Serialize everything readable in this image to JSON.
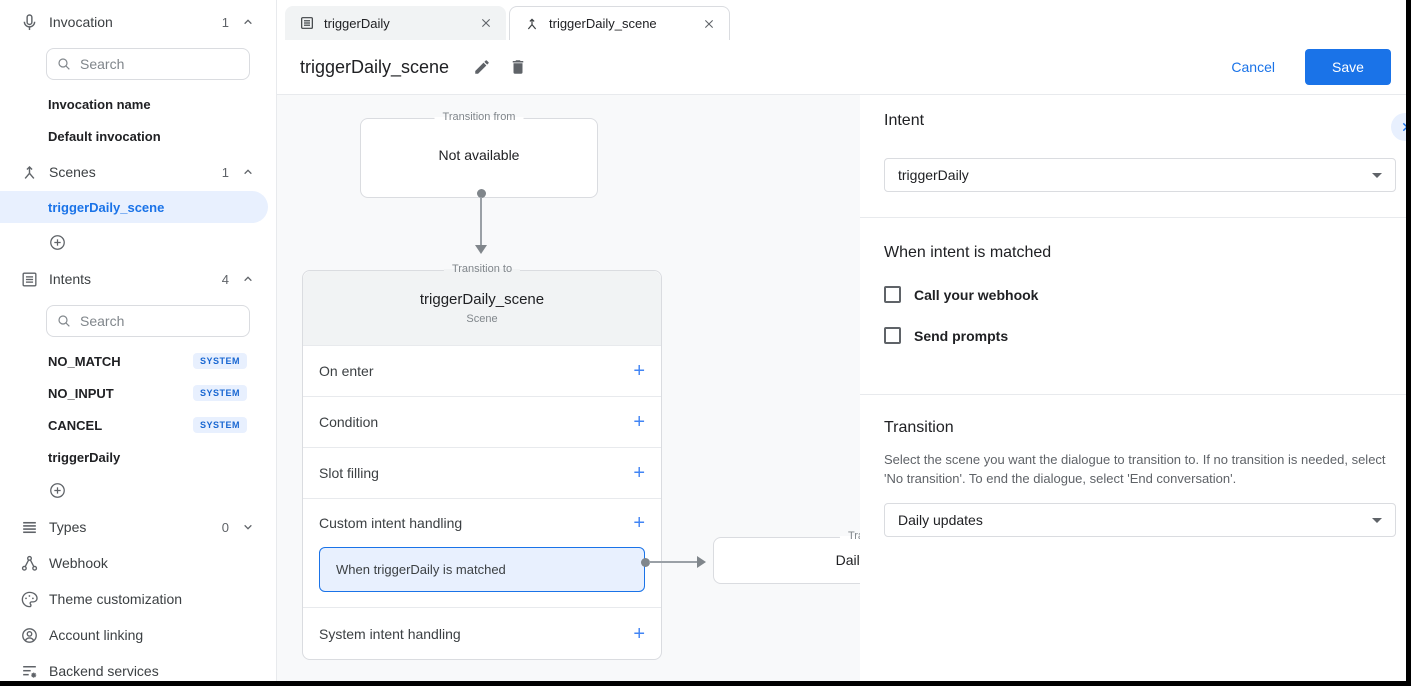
{
  "app": {
    "accent_color": "#1a73e8",
    "selection_bg": "#e8f0fe",
    "canvas_bg": "#f8f9fa"
  },
  "icons": {
    "add": "+"
  },
  "sidebar": {
    "sections": {
      "invocation": {
        "label": "Invocation",
        "count": "1",
        "state": "expanded"
      },
      "scenes": {
        "label": "Scenes",
        "count": "1",
        "state": "expanded"
      },
      "intents": {
        "label": "Intents",
        "count": "4",
        "state": "expanded"
      },
      "types": {
        "label": "Types",
        "count": "0",
        "state": "collapsed"
      },
      "webhook": {
        "label": "Webhook"
      },
      "theme": {
        "label": "Theme customization"
      },
      "account": {
        "label": "Account linking"
      },
      "backend": {
        "label": "Backend services"
      }
    },
    "invocation_search_placeholder": "Search",
    "invocation_items": [
      {
        "label": "Invocation name"
      },
      {
        "label": "Default invocation"
      }
    ],
    "scenes_items": [
      {
        "label": "triggerDaily_scene",
        "selected": true
      }
    ],
    "intents_search_placeholder": "Search",
    "intents_items": [
      {
        "label": "NO_MATCH",
        "badge": "SYSTEM"
      },
      {
        "label": "NO_INPUT",
        "badge": "SYSTEM"
      },
      {
        "label": "CANCEL",
        "badge": "SYSTEM"
      },
      {
        "label": "triggerDaily",
        "badge": ""
      }
    ]
  },
  "tabs": [
    {
      "label": "triggerDaily",
      "active": false
    },
    {
      "label": "triggerDaily_scene",
      "active": true
    }
  ],
  "header": {
    "title": "triggerDaily_scene",
    "cancel_label": "Cancel",
    "save_label": "Save"
  },
  "canvas": {
    "transition_from": {
      "legend": "Transition from",
      "content": "Not available"
    },
    "scene_card": {
      "legend": "Transition to",
      "title": "triggerDaily_scene",
      "subtitle": "Scene",
      "rows": [
        {
          "label": "On enter"
        },
        {
          "label": "Condition"
        },
        {
          "label": "Slot filling"
        },
        {
          "label": "Custom intent handling",
          "child": "When triggerDaily is matched"
        },
        {
          "label": "System intent handling"
        }
      ]
    },
    "target_card": {
      "legend": "Transition to",
      "title": "Daily updates"
    }
  },
  "panel": {
    "intent": {
      "heading": "Intent",
      "value": "triggerDaily"
    },
    "matched": {
      "heading": "When intent is matched",
      "checkboxes": [
        {
          "label": "Call your webhook",
          "checked": false
        },
        {
          "label": "Send prompts",
          "checked": false
        }
      ]
    },
    "transition": {
      "heading": "Transition",
      "description": "Select the scene you want the dialogue to transition to. If no transition is needed, select 'No transition'. To end the dialogue, select 'End conversation'.",
      "value": "Daily updates"
    }
  }
}
